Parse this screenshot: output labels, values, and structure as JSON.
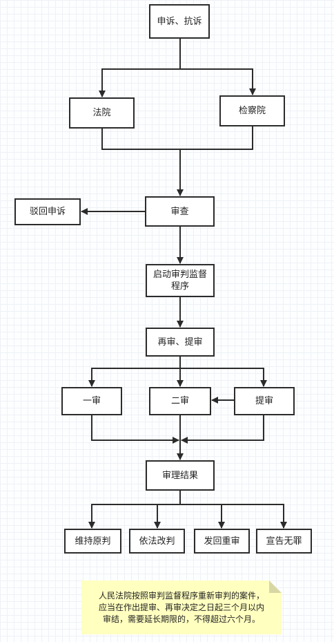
{
  "nodes": {
    "appeal": "申诉、抗诉",
    "court": "法院",
    "procuratorate": "检察院",
    "review": "审查",
    "reject_appeal": "驳回申诉",
    "start_supervision_line1": "启动审判监督",
    "start_supervision_line2": "程序",
    "retrial": "再审、提审",
    "first_instance": "一审",
    "second_instance": "二审",
    "bring_up_trial": "提审",
    "trial_result": "审理结果",
    "uphold_original": "维持原判",
    "amend_by_law": "依法改判",
    "remand_retrial": "发回重审",
    "declare_innocent": "宣告无罪"
  },
  "note": {
    "line1": "人民法院按照审判监督程序重新审判的案件，",
    "line2": "应当在作出提审、再审决定之日起三个月以内",
    "line3": "审结，需要延长期限的，不得超过六个月。"
  },
  "colors": {
    "stroke": "#2b2b2b",
    "note_bg": "#ffffc0"
  }
}
